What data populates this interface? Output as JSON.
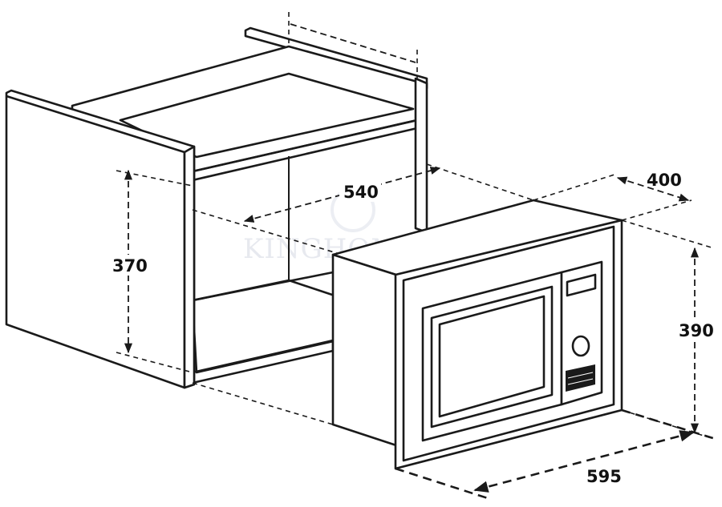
{
  "dimensions": {
    "top_depth_label": "",
    "inner_depth": "540",
    "microwave_depth": "400",
    "inner_height": "370",
    "microwave_height": "390",
    "microwave_width": "595"
  },
  "watermark": {
    "text": "KINGHOME.VN"
  },
  "colors": {
    "line": "#1a1a1a",
    "background": "#ffffff",
    "watermark": "#e7e9ef"
  }
}
